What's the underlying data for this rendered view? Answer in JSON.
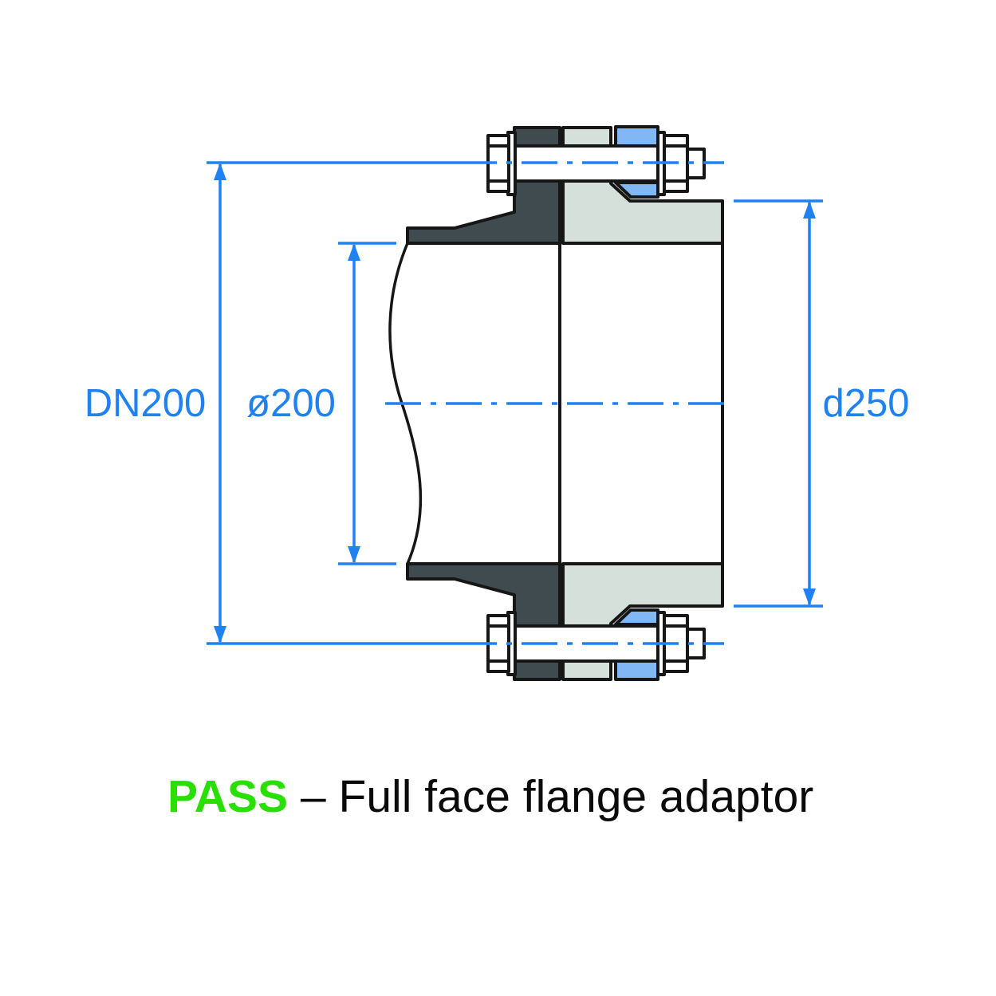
{
  "colors": {
    "background": "#FFFFFF",
    "outline": "#161616",
    "flange_dark": "#404B4F",
    "adaptor_gray": "#D6E0DA",
    "gasket_blue": "#82B7F5",
    "dimension": "#1F82F2",
    "pass_green": "#29DF00",
    "text": "#0A0A0A"
  },
  "dimensions": {
    "nominal": "DN200",
    "bore": "ø200",
    "outer": "d250"
  },
  "caption": {
    "status": "PASS",
    "rest": "– Full face flange adaptor"
  }
}
